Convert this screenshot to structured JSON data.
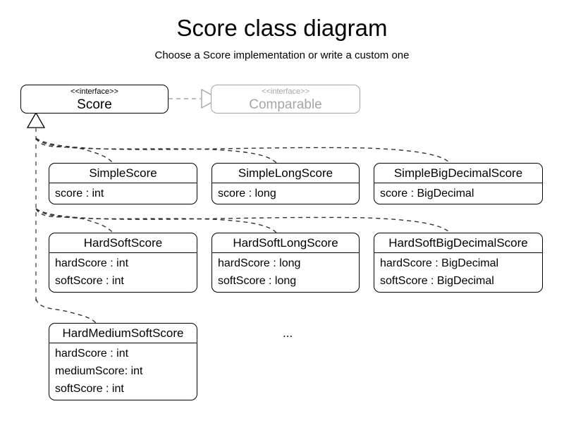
{
  "header": {
    "title": "Score class diagram",
    "subtitle": "Choose a Score implementation or write a custom one"
  },
  "colors": {
    "stroke": "#000000",
    "muted_stroke": "#a6a6a6",
    "background": "#ffffff"
  },
  "interfaces": {
    "score": {
      "stereotype": "<<interface>>",
      "name": "Score"
    },
    "comparable": {
      "stereotype": "<<interface>>",
      "name": "Comparable"
    }
  },
  "classes": {
    "simple_score": {
      "name": "SimpleScore",
      "attributes": [
        "score : int"
      ]
    },
    "simple_long_score": {
      "name": "SimpleLongScore",
      "attributes": [
        "score : long"
      ]
    },
    "simple_big_decimal_score": {
      "name": "SimpleBigDecimalScore",
      "attributes": [
        "score : BigDecimal"
      ]
    },
    "hard_soft_score": {
      "name": "HardSoftScore",
      "attributes": [
        "hardScore : int",
        "softScore : int"
      ]
    },
    "hard_soft_long_score": {
      "name": "HardSoftLongScore",
      "attributes": [
        "hardScore : long",
        "softScore : long"
      ]
    },
    "hard_soft_big_decimal_score": {
      "name": "HardSoftBigDecimalScore",
      "attributes": [
        "hardScore : BigDecimal",
        "softScore : BigDecimal"
      ]
    },
    "hard_medium_soft_score": {
      "name": "HardMediumSoftScore",
      "attributes": [
        "hardScore : int",
        "mediumScore: int",
        "softScore : int"
      ]
    }
  },
  "more_indicator": "...",
  "relationships": {
    "score_realizes_comparable": "realization",
    "implementations_of_score": "generalization"
  }
}
